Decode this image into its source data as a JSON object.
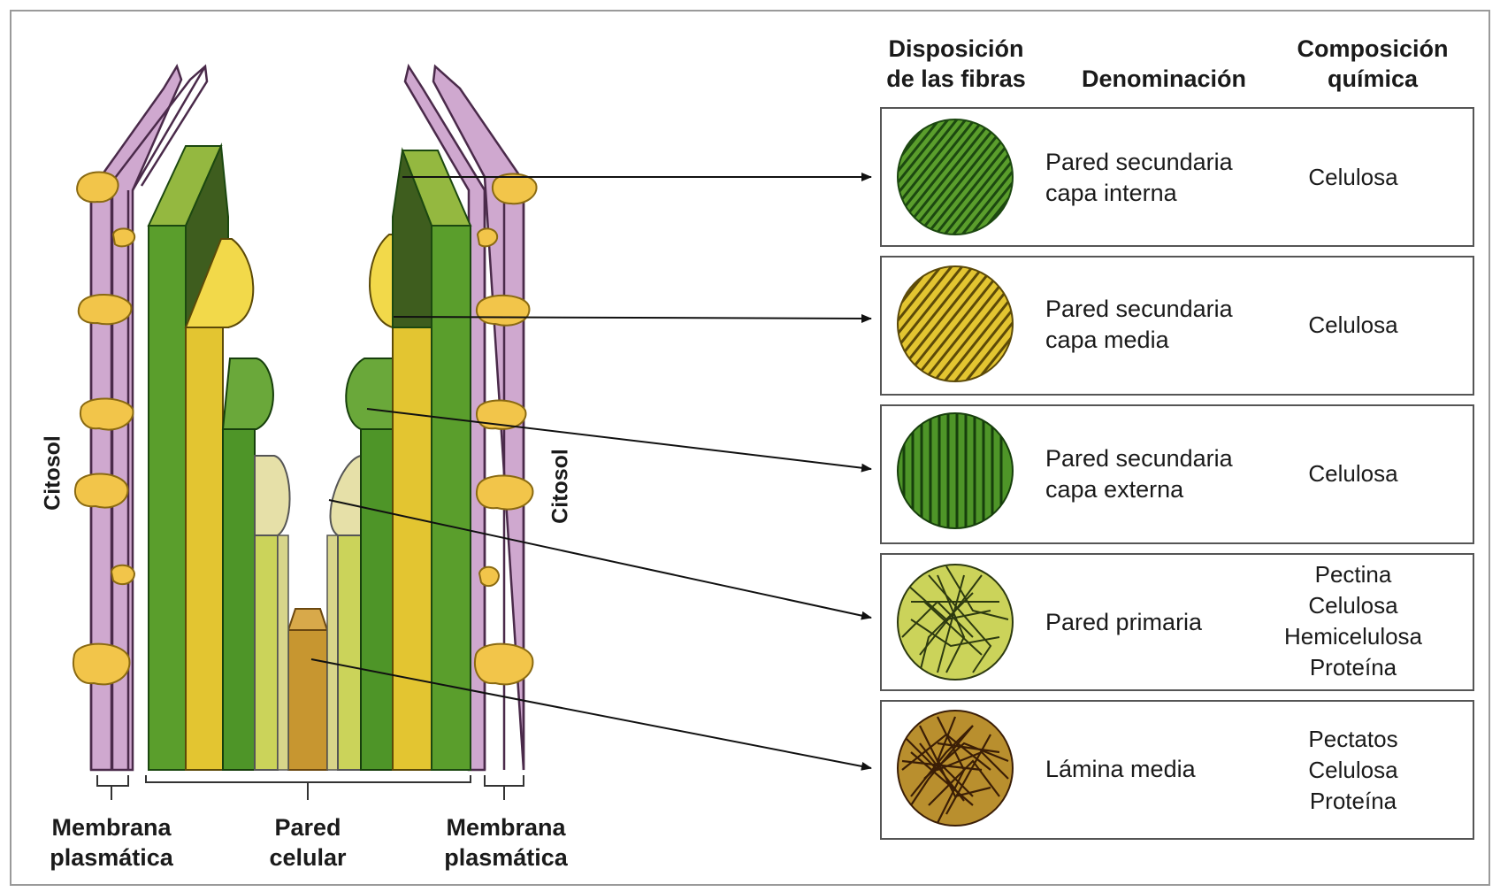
{
  "headers": {
    "disposicion_line1": "Disposición",
    "disposicion_line2": "de las fibras",
    "denominacion": "Denominación",
    "composicion_line1": "Composición",
    "composicion_line2": "química"
  },
  "rows": [
    {
      "den_line1": "Pared secundaria",
      "den_line2": "capa interna",
      "composicion": [
        "Celulosa"
      ],
      "pattern": "diagonal-lines",
      "fill": "#5a9e2c",
      "stroke": "#1c4810"
    },
    {
      "den_line1": "Pared secundaria",
      "den_line2": "capa media",
      "composicion": [
        "Celulosa"
      ],
      "pattern": "diagonal-lines",
      "fill": "#e3c531",
      "stroke": "#5c4a08"
    },
    {
      "den_line1": "Pared secundaria",
      "den_line2": "capa externa",
      "composicion": [
        "Celulosa"
      ],
      "pattern": "vertical-lines",
      "fill": "#4e9528",
      "stroke": "#173f0c"
    },
    {
      "den_line1": "Pared primaria",
      "den_line2": "",
      "composicion": [
        "Pectina",
        "Celulosa",
        "Hemicelulosa",
        "Proteína"
      ],
      "pattern": "random-fibers",
      "fill": "#cbd35a",
      "stroke": "#2d3a10"
    },
    {
      "den_line1": "Lámina media",
      "den_line2": "",
      "composicion": [
        "Pectatos",
        "Celulosa",
        "Proteína"
      ],
      "pattern": "random-fibers",
      "fill": "#b98f2e",
      "stroke": "#3b1e06"
    }
  ],
  "labels": {
    "citosol_left": "Citosol",
    "citosol_right": "Citosol",
    "membrana_left_1": "Membrana",
    "membrana_left_2": "plasmática",
    "pared_1": "Pared",
    "pared_2": "celular",
    "membrana_right_1": "Membrana",
    "membrana_right_2": "plasmática"
  },
  "colors": {
    "membrane": "#cfa8cf",
    "membrane_edge": "#4a2a4a",
    "protein": "#f2c54a",
    "inner_layer": "#5a9e2c",
    "middle_layer": "#e3c531",
    "outer_layer": "#4e9528",
    "primary_wall": "#cbd35a",
    "middle_lamella": "#c79630"
  }
}
